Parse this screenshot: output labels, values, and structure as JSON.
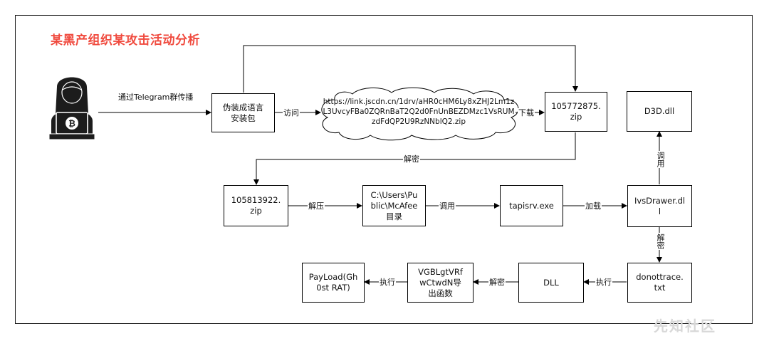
{
  "title": "某黑产组织某攻击活动分析",
  "nodes": {
    "fake_installer": "伪装成语言\n安装包",
    "cloud_url": "https://link.jscdn.cn/1drv/aHR0cHM6Ly8xZHJ2Lm1zL3UvcyFBa0ZQRnBaT2Q2d0FnUnBEZDMzc1VsRUMzdFdQP2U9RzNNblQ2.zip",
    "zip1": "105772875.\nzip",
    "d3d": "D3D.dll",
    "zip2": "105813922.\nzip",
    "mcafee": "C:\\Users\\Pu\nblic\\McAfee\n目录",
    "tapisrv": "tapisrv.exe",
    "ivsdrawer": "IvsDrawer.dl\nl",
    "donottrace": "donottrace.\ntxt",
    "dll": "DLL",
    "export": "VGBLgtVRf\nwCtwdN导\n出函数",
    "payload": "PayLoad(Gh\n0st RAT)"
  },
  "edges": {
    "telegram": "通过Telegram群传播",
    "visit": "访问",
    "download": "下载",
    "decrypt1": "解密",
    "unzip": "解压",
    "invoke1": "调用",
    "load": "加载",
    "invoke2": "调用",
    "decrypt2": "解密",
    "execute1": "执行",
    "decrypt3": "解密",
    "execute2": "执行"
  },
  "watermark": "先知社区",
  "icons": {
    "attacker": "hacker-bitcoin-icon"
  }
}
